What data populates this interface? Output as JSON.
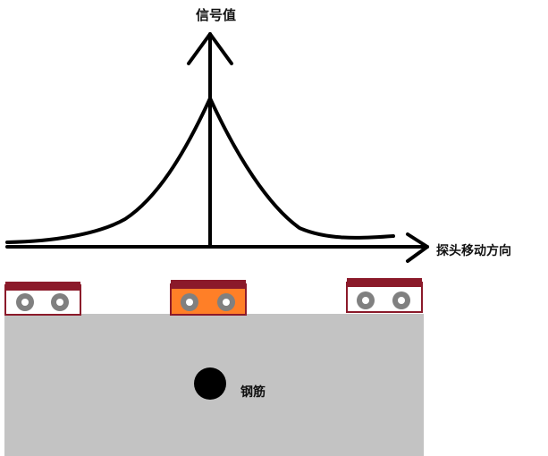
{
  "diagram": {
    "y_axis_label": "信号值",
    "x_axis_label": "探头移动方向",
    "rebar_label": "钢筋",
    "probes": [
      {
        "id": "left",
        "active": false
      },
      {
        "id": "center",
        "active": true
      },
      {
        "id": "right",
        "active": false
      }
    ],
    "colors": {
      "axis": "#000000",
      "curve": "#000000",
      "concrete": "#c3c3c3",
      "rebar": "#000000",
      "probe_top": "#8b1a2a",
      "probe_border": "#8b1a2a",
      "probe_body_inactive": "#ffffff",
      "probe_body_active": "#ff7f27",
      "wheel_outer": "#808080",
      "wheel_inner": "#ffffff"
    }
  }
}
